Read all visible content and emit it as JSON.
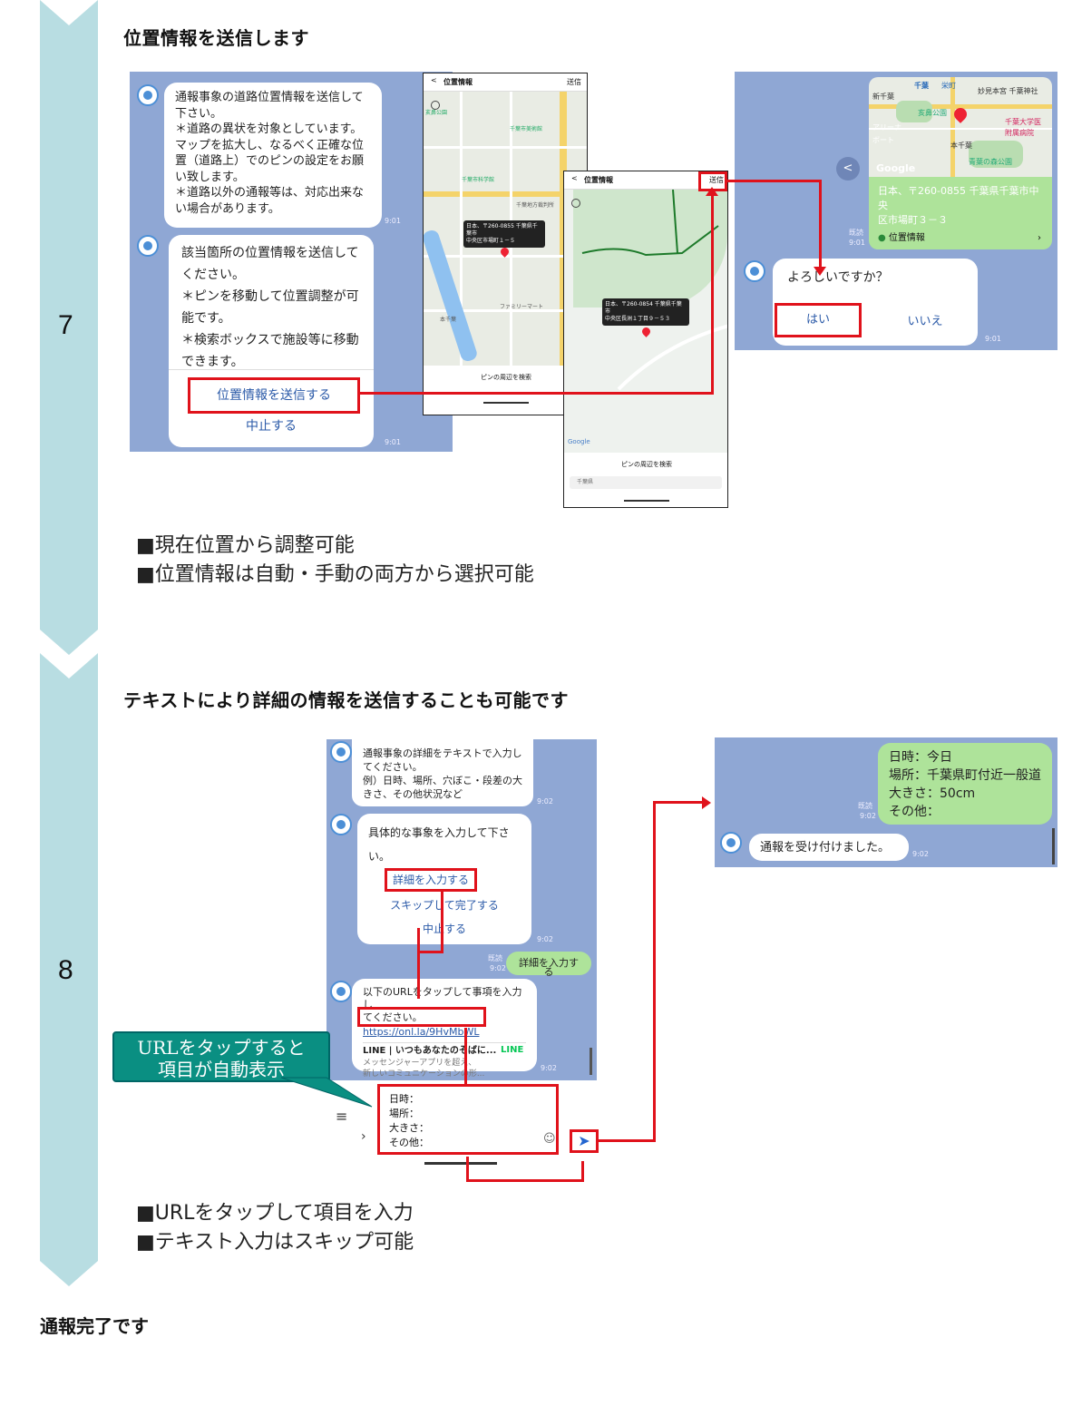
{
  "step7": {
    "number": "7",
    "title": "位置情報を送信します",
    "chat1": {
      "msg1": [
        "通報事象の道路位置情報を送信して",
        "下さい。",
        "＊道路の異状を対象としています。",
        "マップを拡大し、なるべく正確な位",
        "置（道路上）でのピンの設定をお願",
        "い致します。",
        "＊道路以外の通報等は、対応出来な",
        "い場合があります。"
      ],
      "time1": "9:01",
      "msg2": [
        "該当箇所の位置情報を送信して",
        "ください。",
        "＊ピンを移動して位置調整が可",
        "能です。",
        "＊検索ボックスで施設等に移動",
        "できます。"
      ],
      "send_label": "位置情報を送信する",
      "cancel_label": "中止する",
      "time2": "9:01"
    },
    "phone1": {
      "back": "<",
      "title": "位置情報",
      "send": "送信",
      "pin_label": [
        "日本、〒260-0855 千葉県千葉市",
        "中央区市場町１－５"
      ],
      "search_label": "ピンの周辺を検索",
      "map_labels": [
        "千葉市美術館",
        "千葉市科学館",
        "千葉地方裁判所",
        "ファミリーマート",
        "本千葉",
        "亥鼻公園"
      ]
    },
    "phone2": {
      "back": "<",
      "title": "位置情報",
      "send": "送信",
      "pin_label": [
        "日本、〒260-0854 千葉県千葉市",
        "中央区長洲１丁目９－５３"
      ],
      "search_label": "ピンの周辺を検索",
      "search_placeholder": "千葉県",
      "google": "Google"
    },
    "chat2": {
      "address": [
        "日本、〒260-0855 千葉県千葉市中央",
        "区市場町３－３"
      ],
      "loc_label": "位置情報",
      "read": "既読",
      "time": "9:01",
      "question": "よろしいですか？",
      "yes": "はい",
      "no": "いいえ",
      "time2": "9:01",
      "map_labels": [
        "千葉",
        "栄町",
        "妙見本宮 千葉神社",
        "新千葉",
        "亥鼻公園",
        "千葉大学医",
        "附属病院",
        "本千葉",
        "青葉の森公園",
        "Google",
        "ボート",
        "アリーナ"
      ]
    },
    "bullets": [
      "■現在位置から調整可能",
      "■位置情報は自動・手動の両方から選択可能"
    ]
  },
  "step8": {
    "number": "8",
    "title": "テキストにより詳細の情報を送信することも可能です",
    "chat1": {
      "msg1": [
        "通報事象の詳細をテキストで入力し",
        "てください。",
        "例）日時、場所、穴ぼこ・段差の大",
        "きさ、その他状況など"
      ],
      "time1": "9:02",
      "msg2": [
        "具体的な事象を入力して下さ",
        "い。"
      ],
      "detail": "詳細を入力する",
      "skip": "スキップして完了する",
      "cancel": "中止する",
      "time2": "9:02",
      "read": "既読",
      "time3": "9:02",
      "reply": "詳細を入力する",
      "msg3": [
        "以下のURLをタップして事項を入力し",
        "てください。"
      ],
      "url": "https://onl.la/9HvMbWL",
      "card_title": "LINE | いつもあなたのそばに...",
      "card_desc": [
        "メッセンジャーアプリを超え、",
        "新しいコミュニケーションの形..."
      ],
      "line_logo": "LINE",
      "time4": "9:02"
    },
    "input": {
      "lines": [
        "日時：",
        "場所：",
        "大きさ：",
        "その他："
      ]
    },
    "callout": [
      "URLをタップすると",
      "項目が自動表示"
    ],
    "chat2": {
      "lines": [
        "日時：今日",
        "場所：千葉県町付近一般道",
        "大きさ：50cm",
        "その他："
      ],
      "read": "既読",
      "time": "9:02",
      "reply": "通報を受け付けました。",
      "time2": "9:02"
    },
    "bullets": [
      "■URLをタップして項目を入力",
      "■テキスト入力はスキップ可能"
    ]
  },
  "footer": "通報完了です",
  "colors": {
    "band": "#b8dde2",
    "chat_bg": "#8fa7d4",
    "highlight": "#e0121b",
    "bubble_user": "#aee39a",
    "callout": "#0a8f82"
  }
}
